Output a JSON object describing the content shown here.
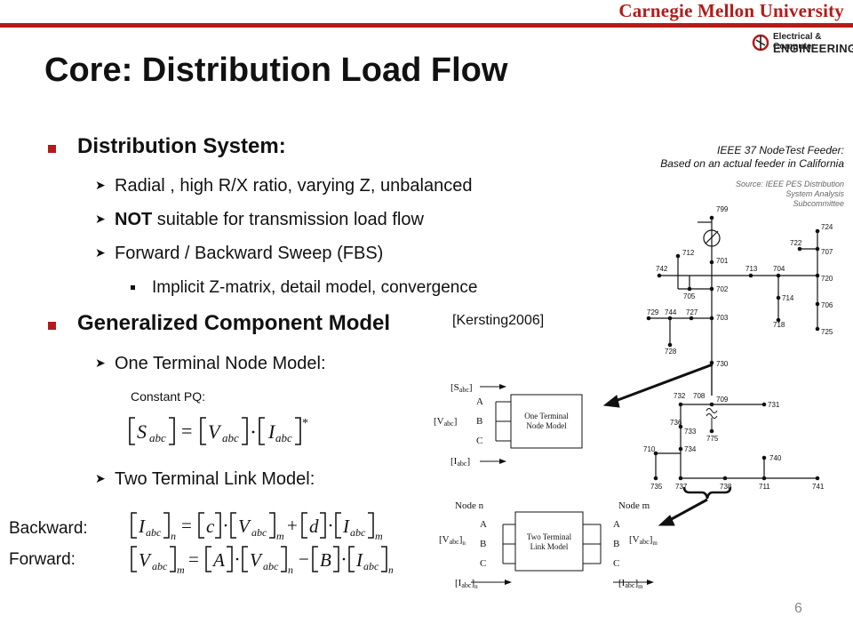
{
  "header": {
    "university": "Carnegie Mellon University",
    "dept_line1": "Electrical & Computer",
    "dept_line2": "ENGINEERING"
  },
  "slide": {
    "title": "Core: Distribution Load Flow",
    "page_number": "6"
  },
  "bullets": {
    "b1": "Distribution System:",
    "b1_1": "Radial , high R/X ratio, varying Z, unbalanced",
    "b1_2_bold": "NOT",
    "b1_2_rest": " suitable for transmission load flow",
    "b1_3": "Forward / Backward Sweep (FBS)",
    "b1_3_1": "Implicit Z-matrix, detail model, convergence",
    "b2": "Generalized Component Model",
    "b2_ref": "[Kersting2006]",
    "b2_1": "One Terminal Node Model:",
    "constant_pq": "Constant  PQ:",
    "b2_2": "Two Terminal Link Model:",
    "backward": "Backward:",
    "forward": "Forward:"
  },
  "feeder": {
    "caption1": "IEEE 37 NodeTest Feeder:",
    "caption2": "Based on an actual feeder in California",
    "source1": "Source: IEEE PES Distribution",
    "source2": "System Analysis",
    "source3": "Subcommittee",
    "nodes": [
      "799",
      "724",
      "722",
      "707",
      "712",
      "701",
      "713",
      "704",
      "742",
      "705",
      "702",
      "714",
      "720",
      "706",
      "729",
      "744",
      "727",
      "703",
      "718",
      "725",
      "728",
      "730",
      "732",
      "708",
      "709",
      "731",
      "736",
      "733",
      "775",
      "710",
      "734",
      "740",
      "735",
      "737",
      "738",
      "711",
      "741"
    ]
  },
  "one_terminal": {
    "label1": "One Terminal",
    "label2": "Node Model",
    "s_in": "[S",
    "v_in": "[V",
    "i_in": "[I",
    "sub": "abc",
    "close": "]",
    "A": "A",
    "B": "B",
    "C": "C"
  },
  "two_terminal": {
    "node_n": "Node n",
    "node_m": "Node m",
    "label1": "Two Terminal",
    "label2": "Link Model",
    "v_n": "[V",
    "v_m": "[V",
    "i_n": "[I",
    "i_m": "[I",
    "sub": "abc",
    "close": "]",
    "n": "n",
    "m": "m",
    "A": "A",
    "B": "B",
    "C": "C"
  },
  "colors": {
    "accent": "#b31b1b"
  }
}
